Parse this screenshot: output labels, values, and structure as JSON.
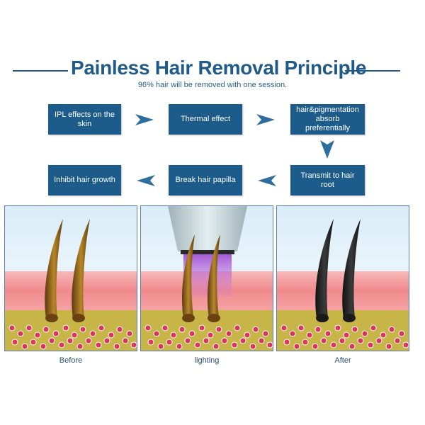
{
  "title": "Painless Hair Removal Principle",
  "subtitle": "96% hair will be removed with one session.",
  "steps": {
    "ipl": "IPL effects on the skin",
    "thermal": "Thermal effect",
    "absorb": "hair&pigmentation absorb preferentially",
    "transmit": "Transmit to hair root",
    "papilla": "Break hair papilla",
    "inhibit": "Inhibit hair growth"
  },
  "panels": [
    {
      "caption": "Before",
      "hair_color": "brown"
    },
    {
      "caption": "lighting",
      "hair_color": "brown"
    },
    {
      "caption": "After",
      "hair_color": "black"
    }
  ],
  "colors": {
    "accent": "#1f5a88",
    "box": "#1d5c8a",
    "arrow": "#2d6e9e",
    "skin": "#f08a8d",
    "dermis": "#c7b548",
    "cells": "#d8355f"
  }
}
